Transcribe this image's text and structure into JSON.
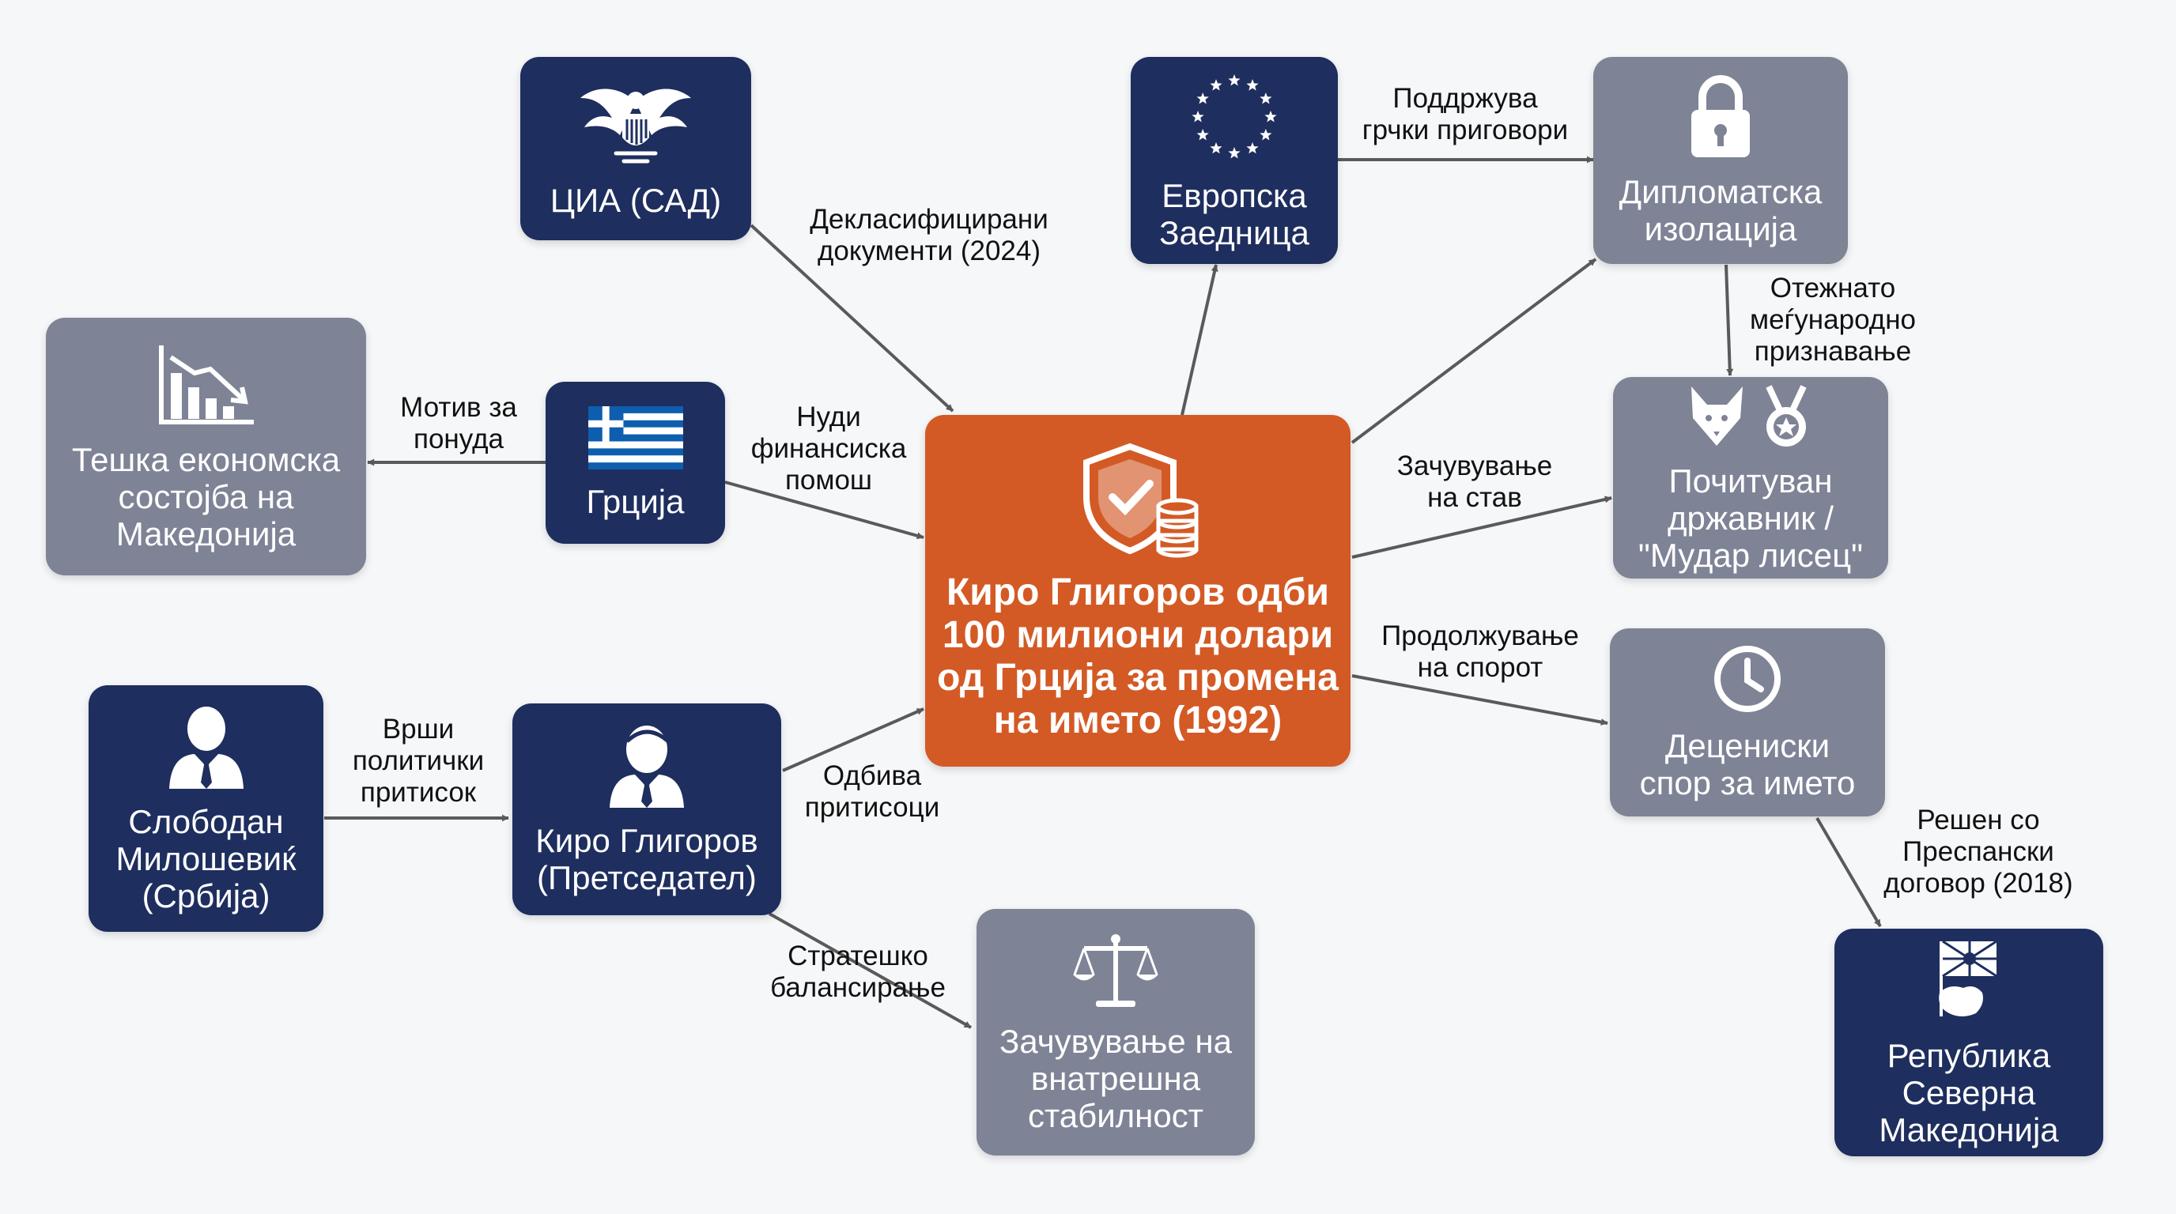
{
  "colors": {
    "navy": "#1e2e5e",
    "gray": "#7e8396",
    "center": "#d35a25",
    "arrow": "#5a5a5a"
  },
  "nodes": {
    "cia": {
      "label": "ЦИА (САД)",
      "icon": "eagle-seal-icon"
    },
    "eu": {
      "label": "Европска\nЗаедница",
      "icon": "eu-stars-icon"
    },
    "isolation": {
      "label": "Дипломатска\nизолација",
      "icon": "padlock-icon"
    },
    "economy": {
      "label": "Тешка економска\nсостојба на\nМакедонија",
      "icon": "declining-chart-icon"
    },
    "greece": {
      "label": "Грција",
      "icon": "greek-flag-icon"
    },
    "center": {
      "label": "Киро Глигоров одби\n100 милиони долари\nод Грција за промена\nна името (1992)",
      "icon": "shield-coins-icon"
    },
    "statesman": {
      "label": "Почитуван\nдржавник /\n\"Мудар лисец\"",
      "icon": "fox-medal-icon"
    },
    "milosevic": {
      "label": "Слободан\nМилошевиќ\n(Србија)",
      "icon": "person-suit-icon"
    },
    "gligorov": {
      "label": "Киро Глигоров\n(Претседател)",
      "icon": "person-suit-icon"
    },
    "stability": {
      "label": "Зачувување на\nвнатрешна\nстабилност",
      "icon": "scales-icon"
    },
    "dispute": {
      "label": "Децениски\nспор за името",
      "icon": "clock-icon"
    },
    "north_macedonia": {
      "label": "Република\nСеверна\nМакедонија",
      "icon": "flag-map-icon"
    }
  },
  "edges": {
    "cia_to_center": "Декласифицирани\nдокументи (2024)",
    "eu_to_isolation": "Поддржува\nгрчки приговори",
    "isolation_to_statesman": "Отежнато\nмеѓународно\nпризнавање",
    "greece_to_economy": "Мотив за\nпонуда",
    "greece_to_center": "Нуди\nфинансиска\nпомош",
    "center_to_statesman": "Зачувување\nна став",
    "center_to_dispute": "Продолжување\nна спорот",
    "milosevic_to_gligorov": "Врши\nполитички\nпритисок",
    "gligorov_to_center": "Одбива\nпритисоци",
    "gligorov_to_stability": "Стратешко\nбалансирање",
    "dispute_to_north_macedonia": "Решен со\nПреспански\nдоговор (2018)"
  }
}
